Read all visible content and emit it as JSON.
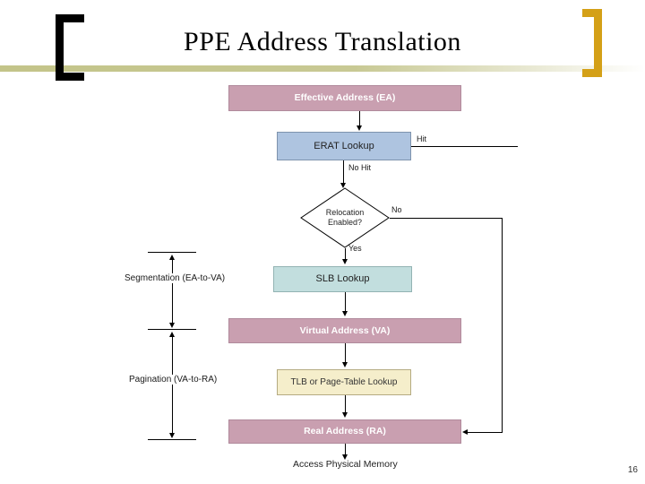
{
  "slide": {
    "title": "PPE Address Translation",
    "page_number": "16",
    "accent_colors": {
      "band": "#C3C489",
      "bracket_left": "#000000",
      "bracket_right": "#D4A017",
      "node_pink": "#C99FB0",
      "node_blue": "#AEC4E0",
      "node_teal": "#C2DEDE",
      "node_cream": "#F5EECB"
    }
  },
  "flowchart": {
    "nodes": [
      {
        "id": "effective-address",
        "label": "Effective Address (EA)",
        "shape": "rect",
        "color": "pink"
      },
      {
        "id": "erat-lookup",
        "label": "ERAT Lookup",
        "shape": "rect",
        "color": "blue"
      },
      {
        "id": "relocation-enabled",
        "label": "Relocation\nEnabled?",
        "line1": "Relocation",
        "line2": "Enabled?",
        "shape": "diamond",
        "color": "white"
      },
      {
        "id": "slb-lookup",
        "label": "SLB Lookup",
        "shape": "rect",
        "color": "teal"
      },
      {
        "id": "virtual-address",
        "label": "Virtual Address (VA)",
        "shape": "rect",
        "color": "pink"
      },
      {
        "id": "tlb-lookup",
        "label": "TLB or Page-Table Lookup",
        "shape": "rect",
        "color": "cream"
      },
      {
        "id": "real-address",
        "label": "Real Address (RA)",
        "shape": "rect",
        "color": "pink"
      }
    ],
    "edge_labels": {
      "hit": "Hit",
      "no_hit": "No Hit",
      "no": "No",
      "yes": "Yes"
    },
    "annotations": {
      "segmentation": "Segmentation (EA-to-VA)",
      "pagination": "Pagination (VA-to-RA)",
      "access_memory": "Access Physical Memory"
    }
  }
}
